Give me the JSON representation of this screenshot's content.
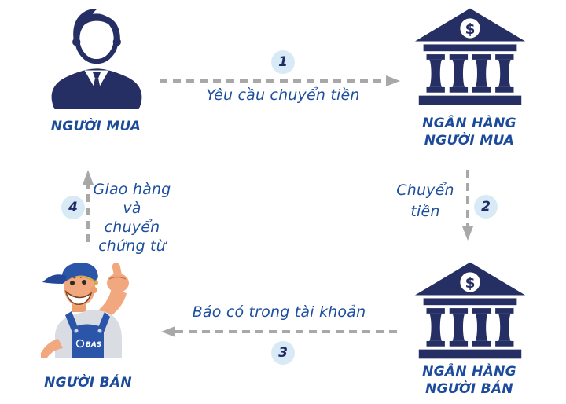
{
  "diagram": {
    "colors": {
      "icon_navy": "#262f63",
      "entity_label_blue": "#1c4b9c",
      "flow_label_blue": "#1d4f9e",
      "arrow_gray": "#a8a8a8",
      "step_circle_bg": "#d9eaf7",
      "step_number_navy": "#1f2a66"
    },
    "entities": {
      "buyer": {
        "label": "NGƯỜI MUA",
        "icon": "businessman-icon"
      },
      "buyer_bank": {
        "label_line1": "NGÂN HÀNG",
        "label_line2": "NGƯỜI MUA",
        "icon": "bank-icon"
      },
      "seller": {
        "label": "NGƯỜI BÁN",
        "icon": "worker-icon",
        "badge": "BAS"
      },
      "seller_bank": {
        "label_line1": "NGÂN HÀNG",
        "label_line2": "NGƯỜI BÁN",
        "icon": "bank-icon"
      }
    },
    "bank_currency_symbol": "$",
    "steps": [
      {
        "number": "1",
        "label": "Yêu cầu chuyển tiền",
        "direction": "right"
      },
      {
        "number": "2",
        "label_line1": "Chuyển",
        "label_line2": "tiền",
        "direction": "down"
      },
      {
        "number": "3",
        "label": "Báo có trong tài khoản",
        "direction": "left"
      },
      {
        "number": "4",
        "label_line1": "Giao hàng",
        "label_line2": "và chuyển",
        "label_line3": "chứng từ",
        "direction": "up"
      }
    ]
  }
}
